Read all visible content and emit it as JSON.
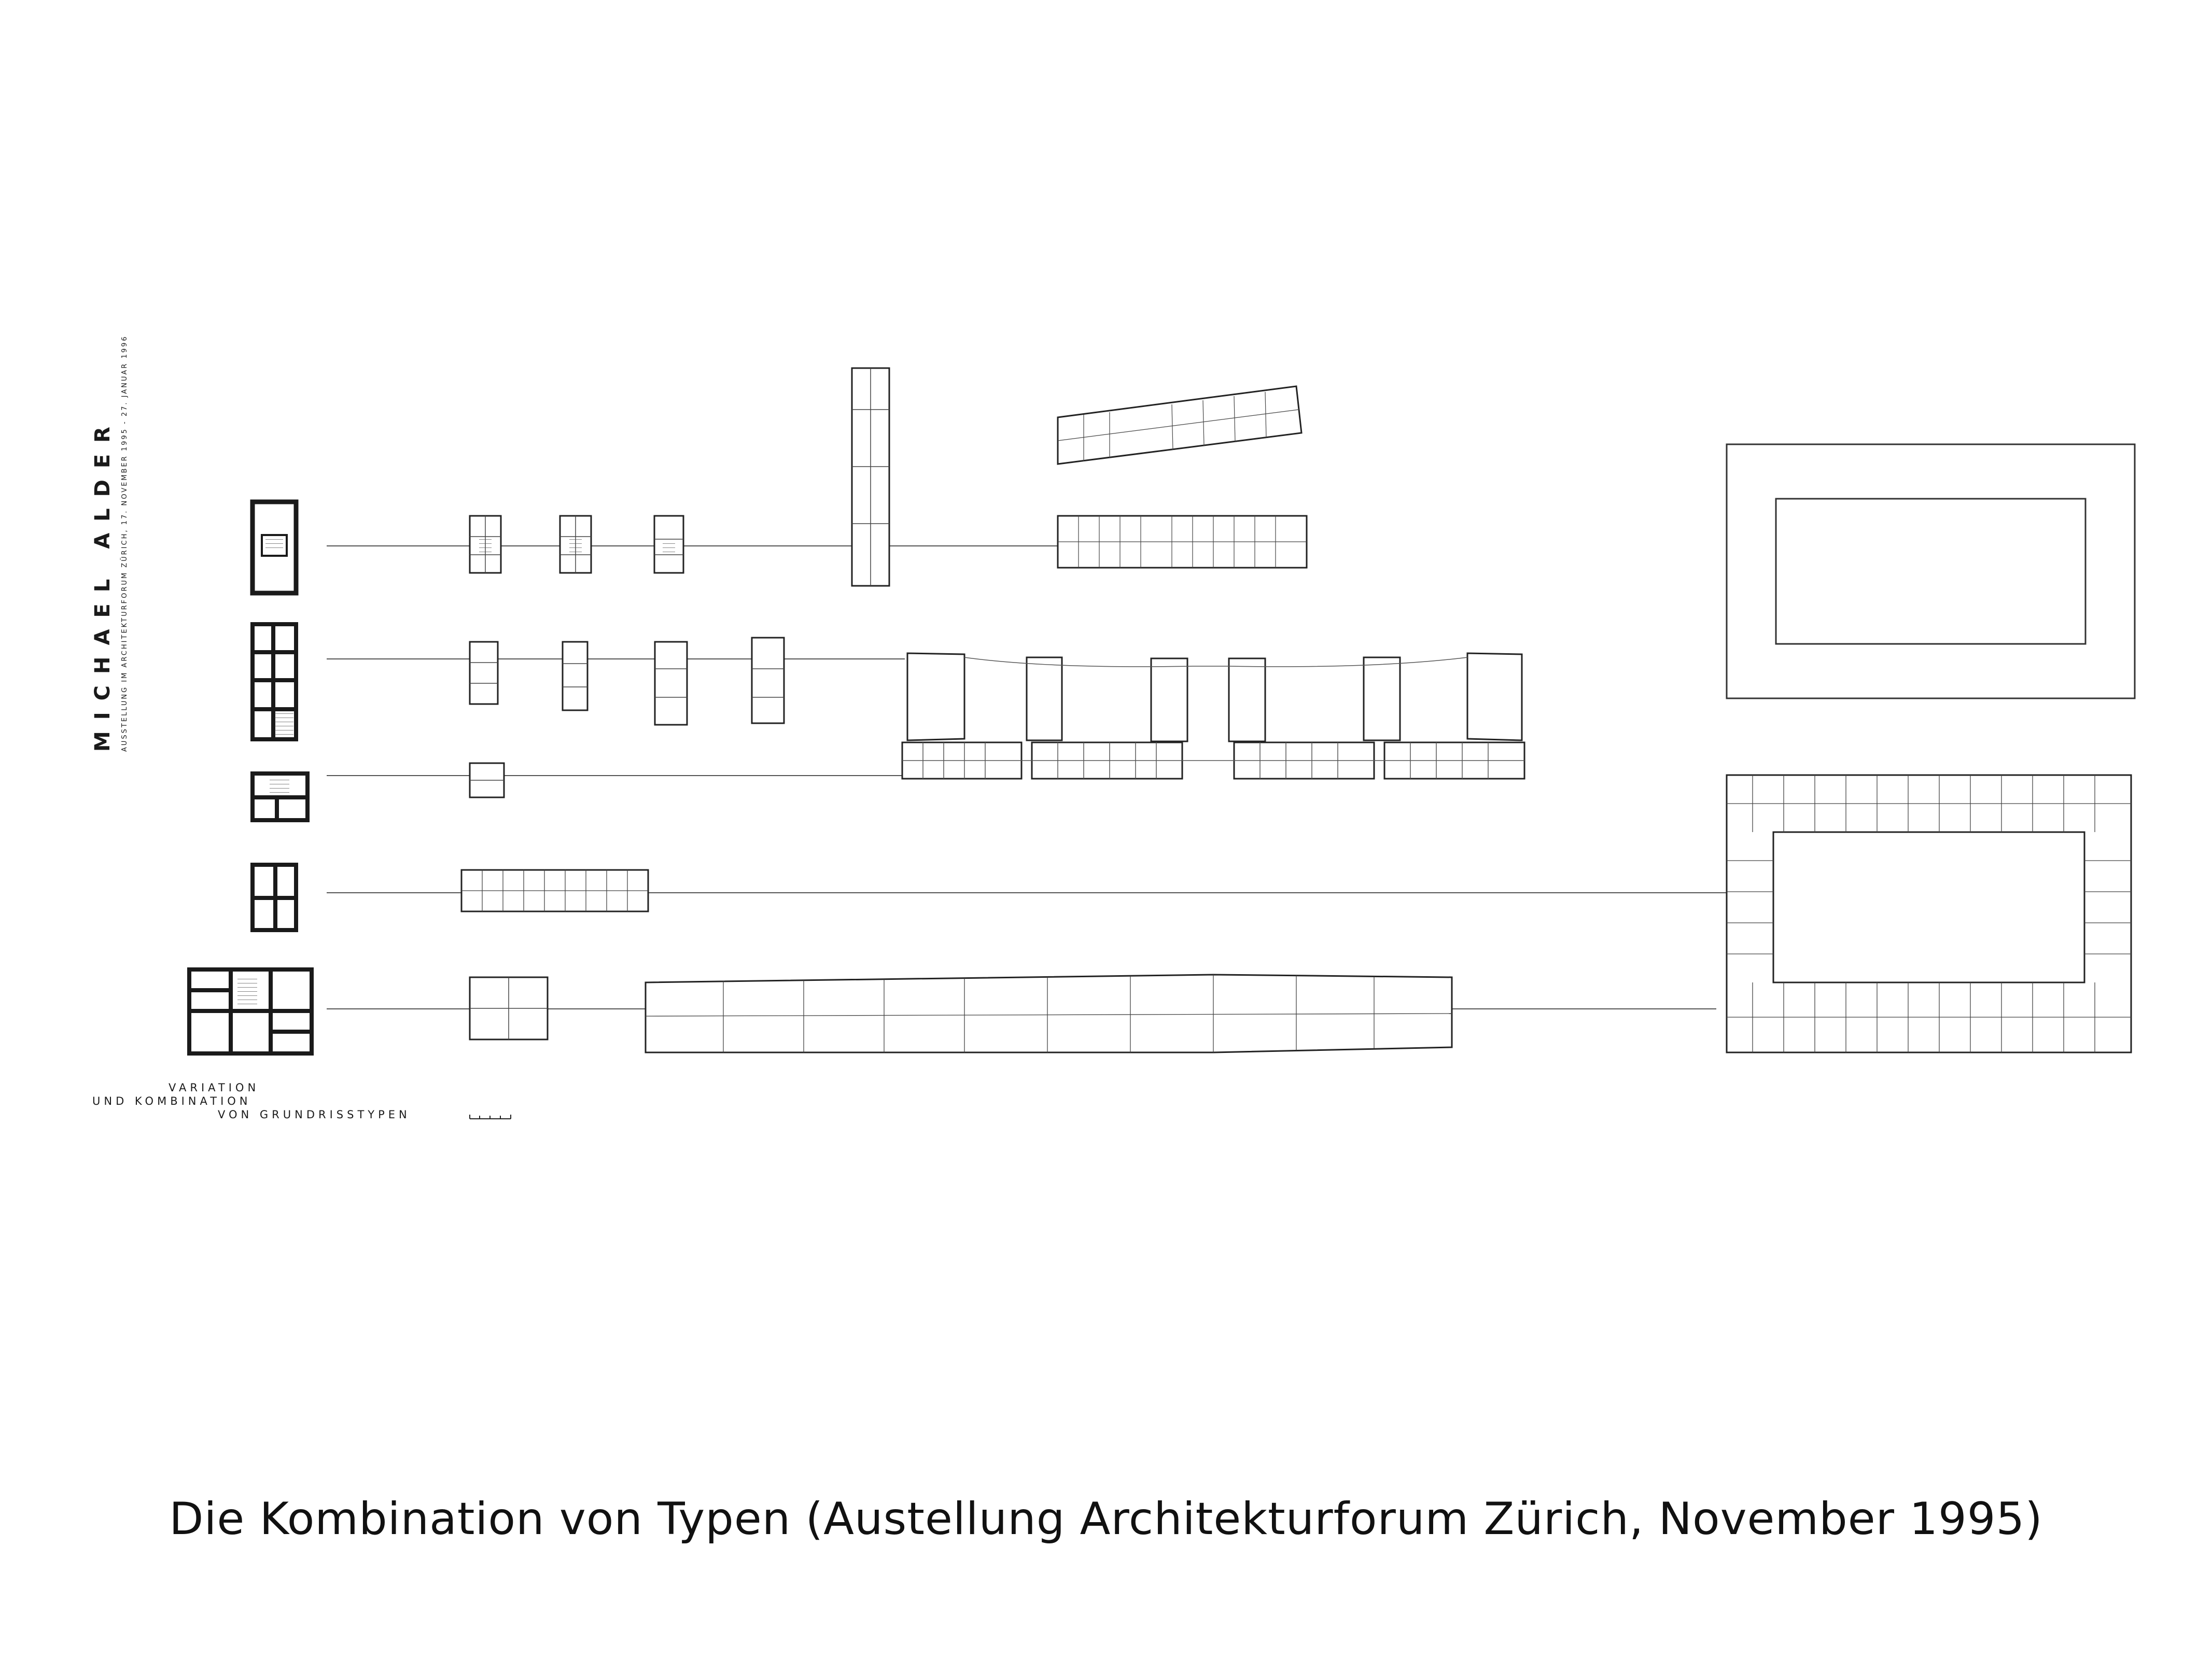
{
  "title": {
    "name": "MICHAEL ALDER",
    "subtitle": "AUSSTELLUNG IM ARCHITEKTURFORUM ZÜRICH, 17. NOVEMBER 1995 - 27. JANUAR 1996"
  },
  "legend": {
    "line1": "VARIATION",
    "line2": "UND KOMBINATION",
    "line3": "VON GRUNDRISSTYPEN"
  },
  "caption": "Die Kombination von Typen (Austellung Architekturforum Zürich, November 1995)",
  "colors": {
    "ink": "#1a1a1a",
    "paper": "#ffffff",
    "hatch": "#8a8a8a"
  }
}
